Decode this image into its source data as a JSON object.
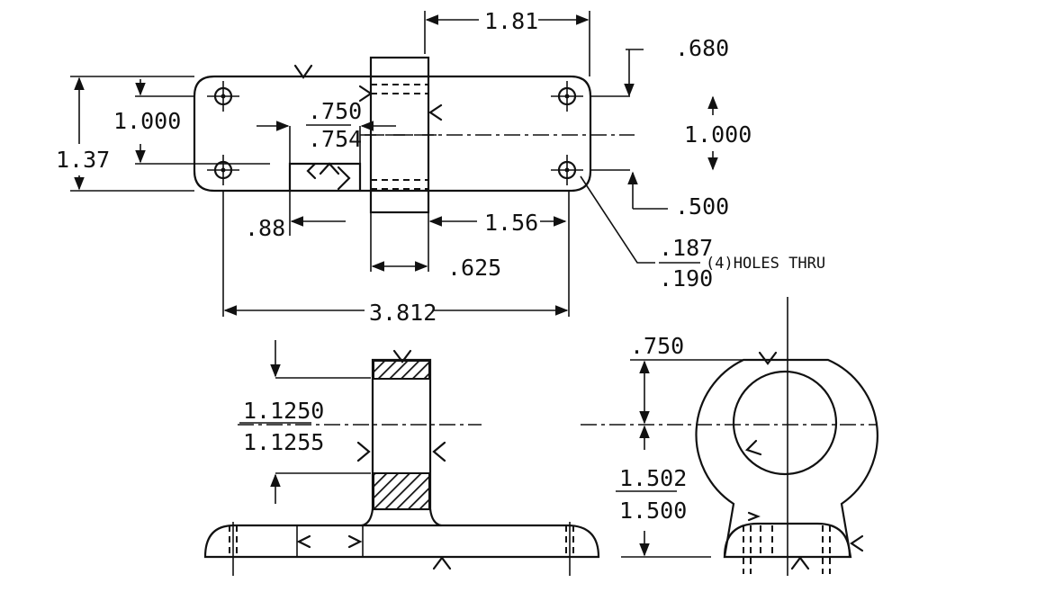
{
  "drawing": {
    "top_view": {
      "dim_width": "1.81",
      "dim_top_offset": ".680",
      "dim_hole_spacing_left": "1.000",
      "dim_hole_spacing_right": "1.000",
      "dim_overall_height": "1.37",
      "dim_slot_upper": ".750",
      "dim_slot_lower": ".754",
      "dim_bottom_offset": ".500",
      "dim_left_offset": ".88",
      "dim_right_offset": "1.56",
      "dim_boss_width": ".625",
      "dim_overall_length": "3.812",
      "hole_dia_upper": ".187",
      "hole_dia_lower": ".190",
      "hole_note": "(4)HOLES THRU"
    },
    "front_view": {
      "bore_upper": "1.1250",
      "bore_lower": "1.1255"
    },
    "side_view": {
      "dim_radius": ".750",
      "height_upper": "1.502",
      "height_lower": "1.500"
    }
  }
}
